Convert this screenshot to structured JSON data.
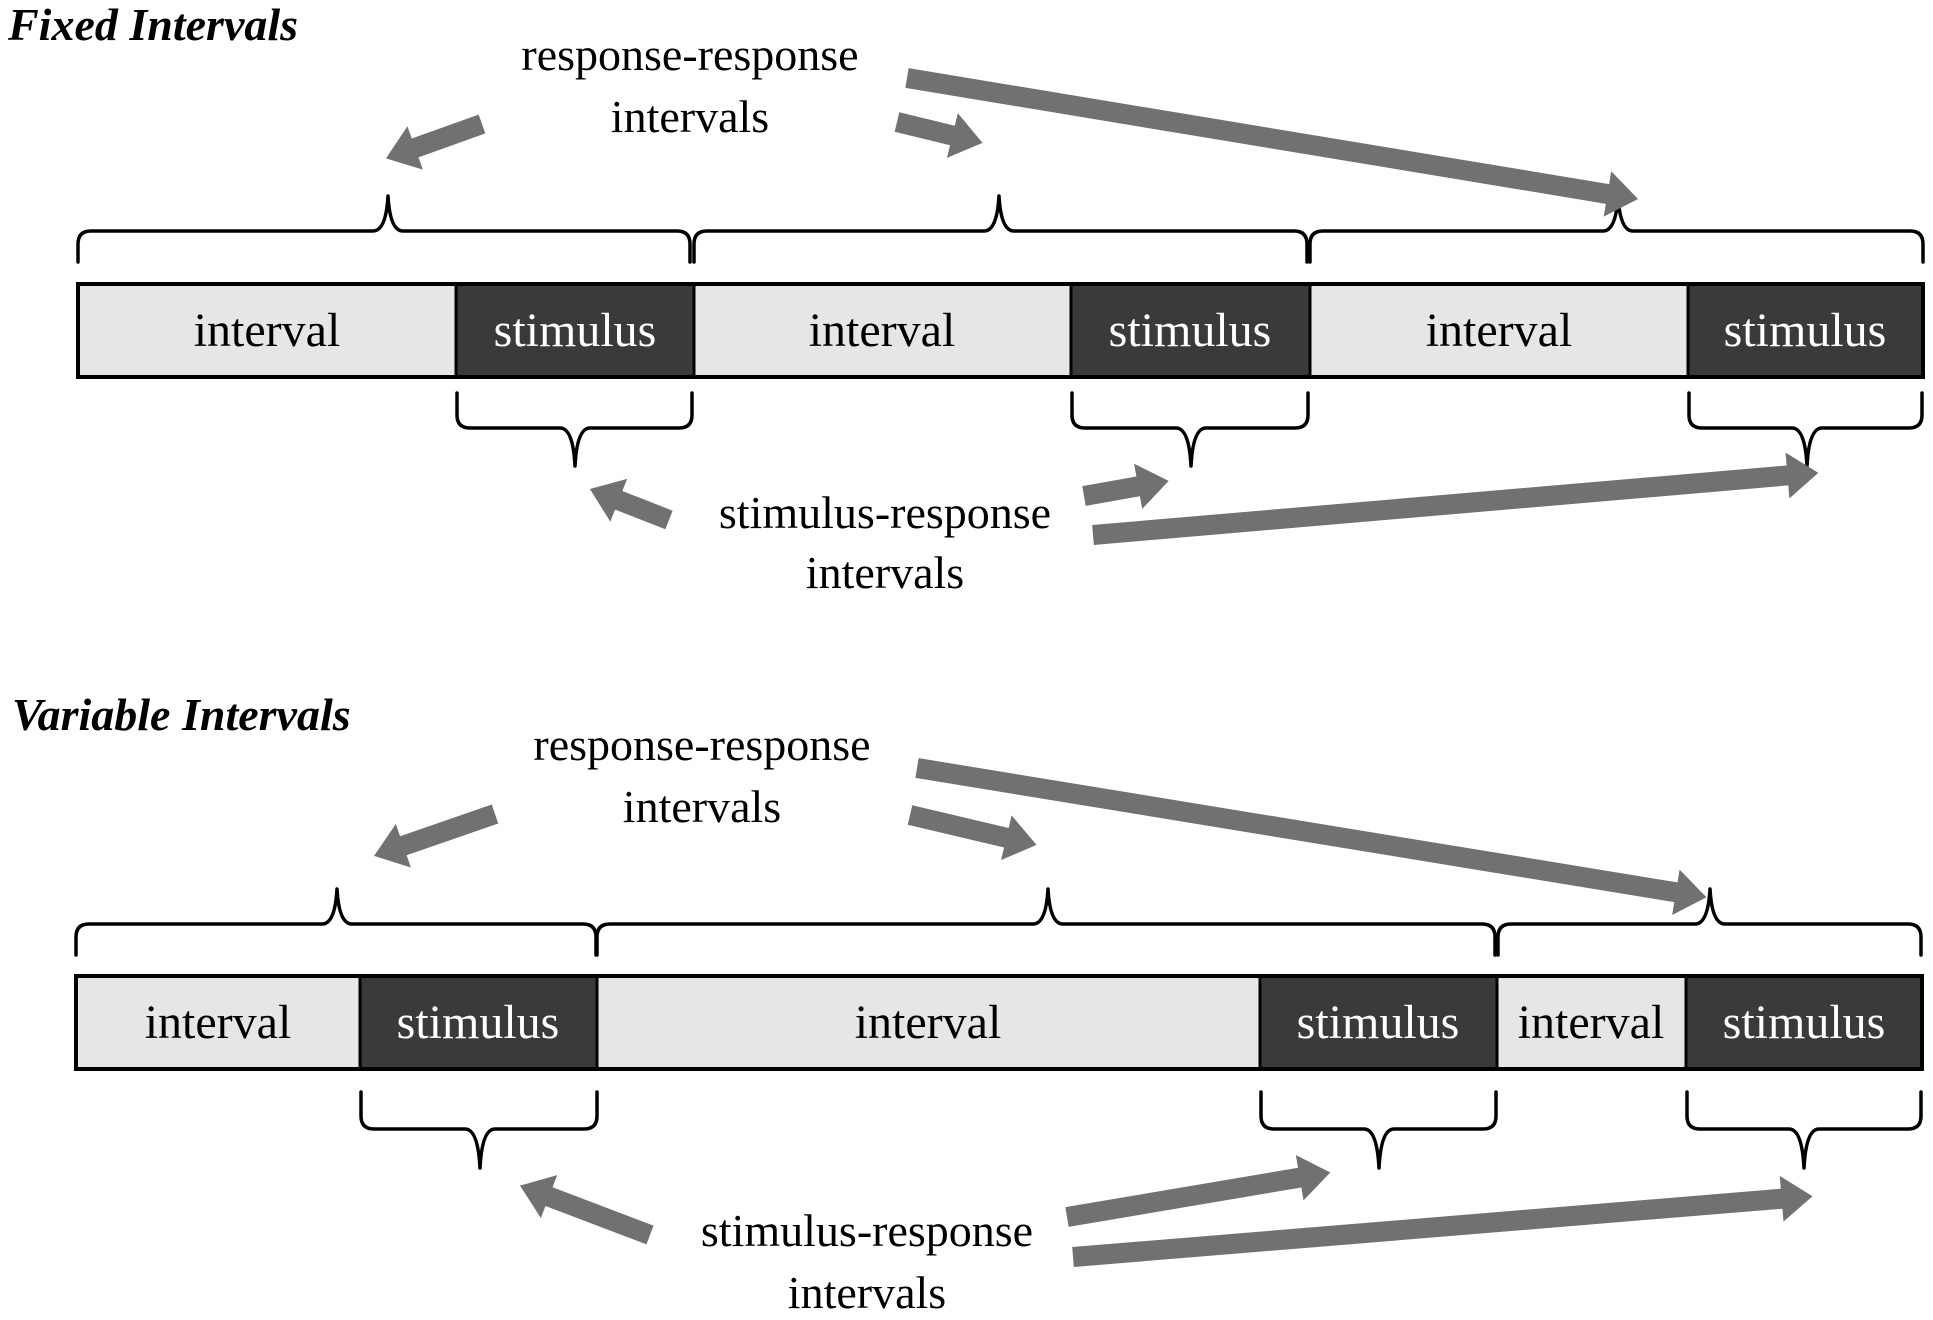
{
  "colors": {
    "interval_fill": "#e6e6e6",
    "stimulus_fill": "#3a3a3a",
    "interval_text": "#000000",
    "stimulus_text": "#ffffff",
    "arrow": "#737070",
    "outline": "#000000"
  },
  "sections": [
    {
      "title": "Fixed Intervals",
      "rr_caption": [
        "response-response",
        "intervals"
      ],
      "sr_caption": [
        "stimulus-response",
        "intervals"
      ],
      "segments": [
        {
          "type": "interval",
          "label": "interval"
        },
        {
          "type": "stimulus",
          "label": "stimulus"
        },
        {
          "type": "interval",
          "label": "interval"
        },
        {
          "type": "stimulus",
          "label": "stimulus"
        },
        {
          "type": "interval",
          "label": "interval"
        },
        {
          "type": "stimulus",
          "label": "stimulus"
        }
      ]
    },
    {
      "title": "Variable Intervals",
      "rr_caption": [
        "response-response",
        "intervals"
      ],
      "sr_caption": [
        "stimulus-response",
        "intervals"
      ],
      "segments": [
        {
          "type": "interval",
          "label": "interval"
        },
        {
          "type": "stimulus",
          "label": "stimulus"
        },
        {
          "type": "interval",
          "label": "interval"
        },
        {
          "type": "stimulus",
          "label": "stimulus"
        },
        {
          "type": "interval",
          "label": "interval"
        },
        {
          "type": "stimulus",
          "label": "stimulus"
        }
      ]
    }
  ]
}
